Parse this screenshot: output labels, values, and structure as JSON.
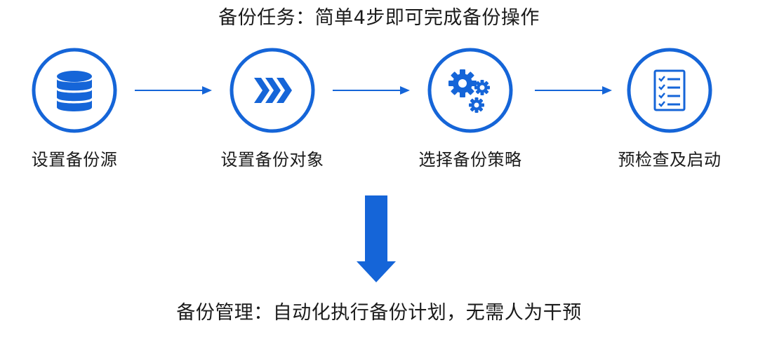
{
  "title": "备份任务：简单4步即可完成备份操作",
  "steps": [
    {
      "label": "设置备份源",
      "icon": "database-icon"
    },
    {
      "label": "设置备份对象",
      "icon": "double-chevron-right-icon"
    },
    {
      "label": "选择备份策略",
      "icon": "gears-icon"
    },
    {
      "label": "预检查及启动",
      "icon": "checklist-icon"
    }
  ],
  "footer": "备份管理：自动化执行备份计划，无需人为干预",
  "colors": {
    "accent": "#1565d8",
    "text": "#1a1a1a"
  }
}
